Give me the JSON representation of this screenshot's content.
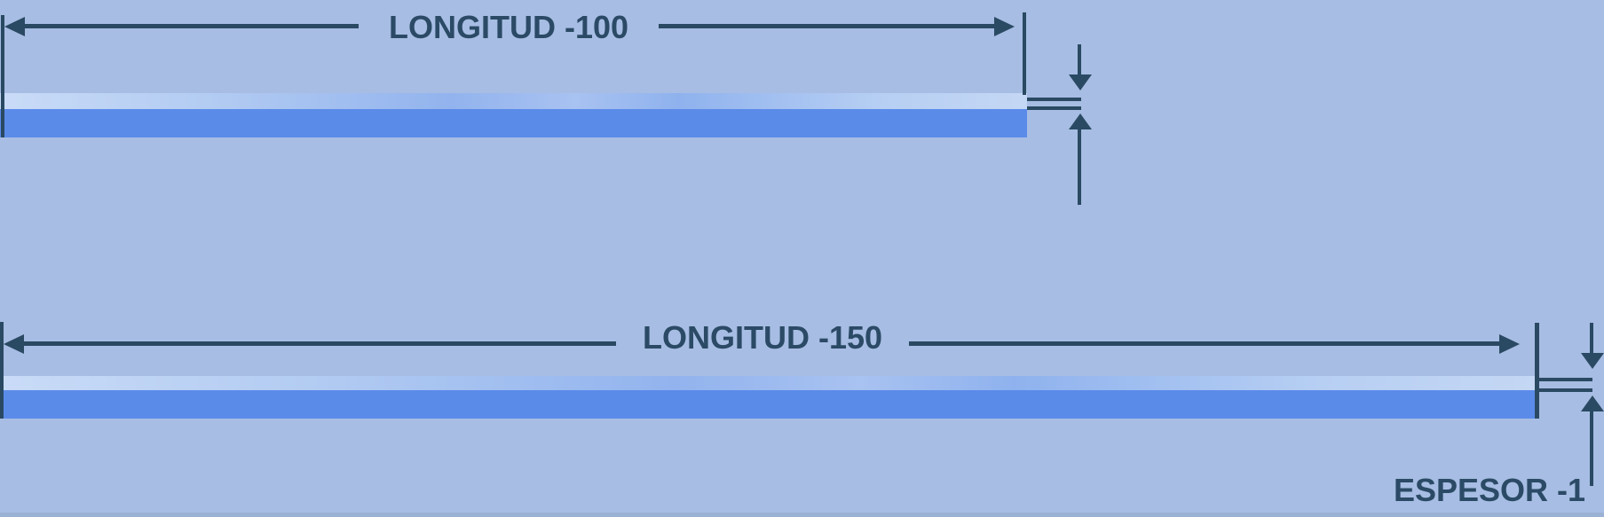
{
  "diagram": {
    "type": "technical-dimension-drawing",
    "strips": [
      {
        "label": "LONGITUD -100",
        "length": 100
      },
      {
        "label": "LONGITUD -150",
        "length": 150
      }
    ],
    "thickness": {
      "label": "ESPESOR -1",
      "value": 1
    },
    "colors": {
      "background": "#a7bde3",
      "ink": "#2a4963",
      "strip_face": "#5b8be9",
      "strip_top_highlight": "#c9dbf7",
      "strip_top_mid": "#8fb2ee"
    }
  }
}
